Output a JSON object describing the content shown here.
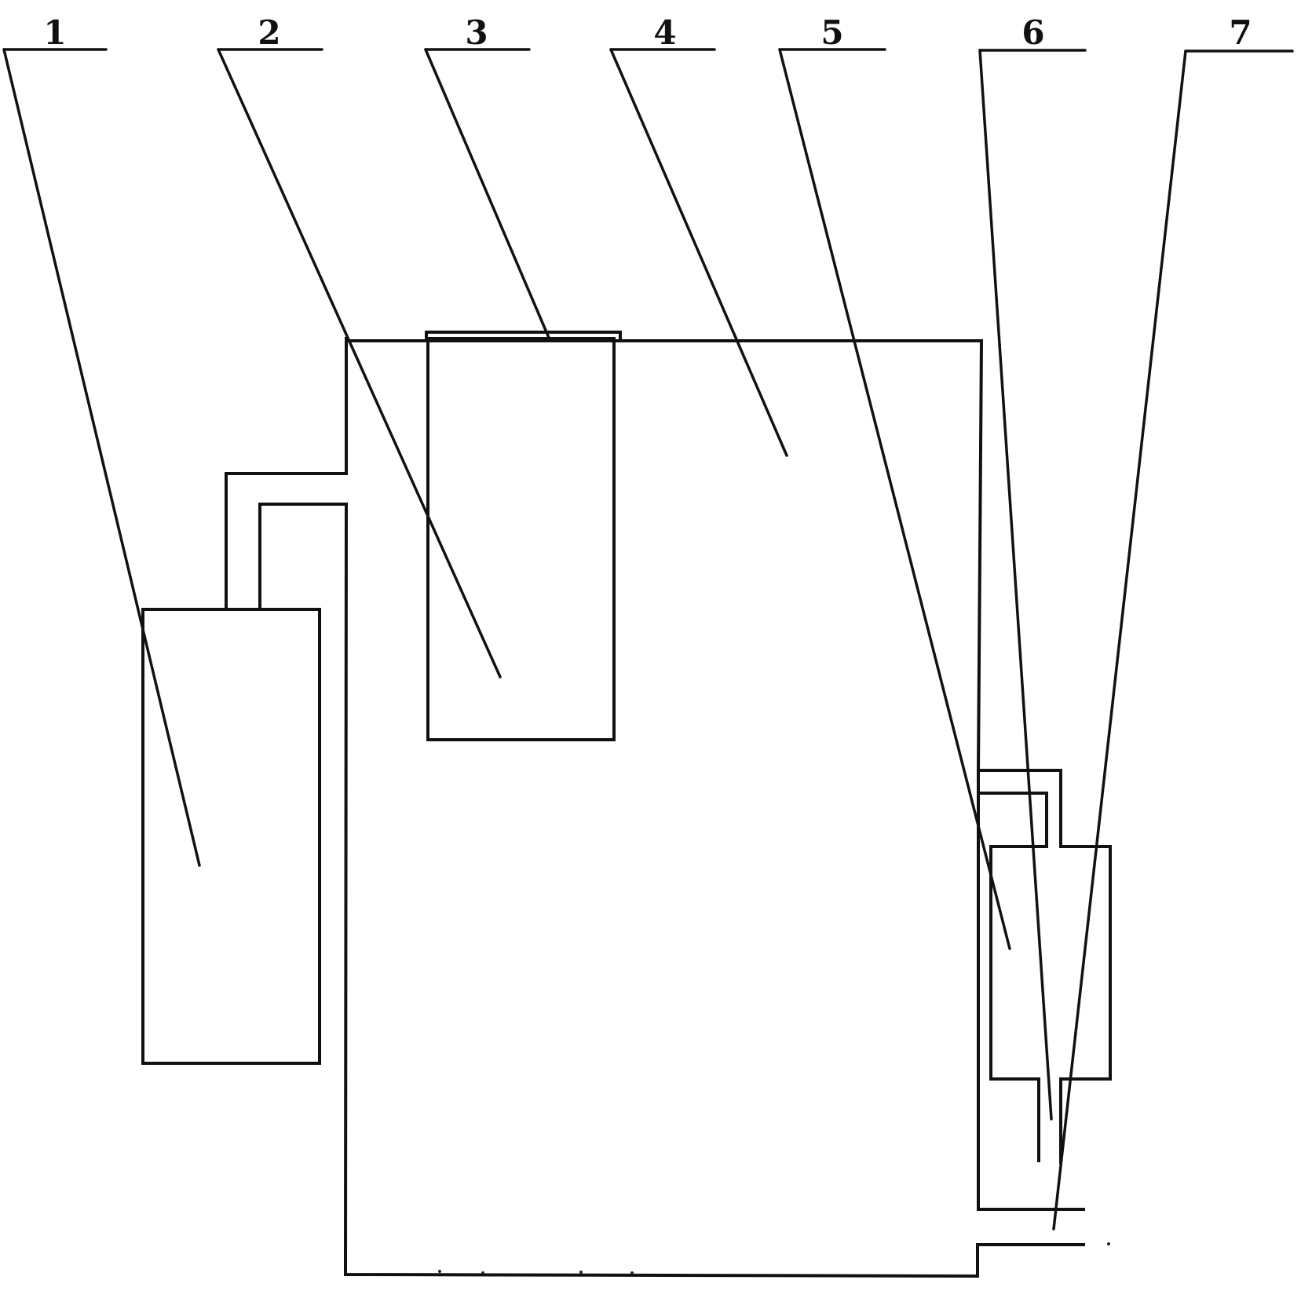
{
  "diagram": {
    "callouts": [
      {
        "number": "1"
      },
      {
        "number": "2"
      },
      {
        "number": "3"
      },
      {
        "number": "4"
      },
      {
        "number": "5"
      },
      {
        "number": "6"
      },
      {
        "number": "7"
      }
    ]
  }
}
